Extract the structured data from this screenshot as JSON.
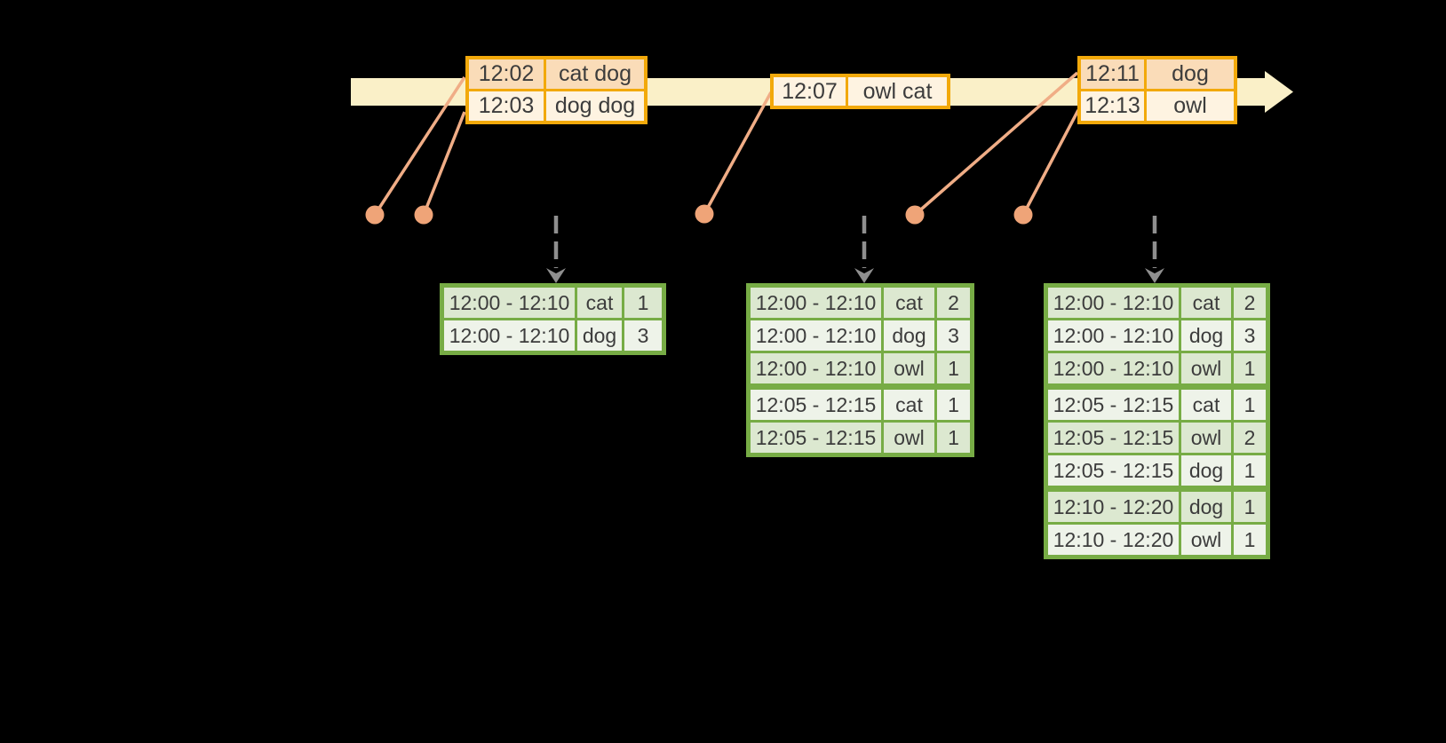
{
  "colors": {
    "background": "#000000",
    "timeline_fill": "#FAF0C8",
    "event_border": "#F2A90B",
    "event_row_dark": "#FADCB8",
    "event_row_light": "#FEF3E1",
    "marker_dot": "#EFA478",
    "marker_line": "#F0AD86",
    "result_border": "#77AC45",
    "result_row_dark": "#DCE8D0",
    "result_row_light": "#EEF3E9",
    "trigger_arrow": "#8F8F8F",
    "text": "#3C3C3C"
  },
  "event_tables": [
    {
      "rows": [
        {
          "time": "12:02",
          "words": "cat dog"
        },
        {
          "time": "12:03",
          "words": "dog dog"
        }
      ]
    },
    {
      "rows": [
        {
          "time": "12:07",
          "words": "owl cat"
        }
      ]
    },
    {
      "rows": [
        {
          "time": "12:11",
          "words": "dog"
        },
        {
          "time": "12:13",
          "words": "owl"
        }
      ]
    }
  ],
  "result_tables": [
    {
      "rows": [
        {
          "window": "12:00 - 12:10",
          "word": "cat",
          "count": "1"
        },
        {
          "window": "12:00 - 12:10",
          "word": "dog",
          "count": "3"
        }
      ]
    },
    {
      "rows": [
        {
          "window": "12:00 - 12:10",
          "word": "cat",
          "count": "2"
        },
        {
          "window": "12:00 - 12:10",
          "word": "dog",
          "count": "3"
        },
        {
          "window": "12:00 - 12:10",
          "word": "owl",
          "count": "1"
        },
        {
          "window": "12:05 - 12:15",
          "word": "cat",
          "count": "1",
          "new_group": true
        },
        {
          "window": "12:05 - 12:15",
          "word": "owl",
          "count": "1"
        }
      ]
    },
    {
      "rows": [
        {
          "window": "12:00 - 12:10",
          "word": "cat",
          "count": "2"
        },
        {
          "window": "12:00 - 12:10",
          "word": "dog",
          "count": "3"
        },
        {
          "window": "12:00 - 12:10",
          "word": "owl",
          "count": "1"
        },
        {
          "window": "12:05 - 12:15",
          "word": "cat",
          "count": "1",
          "new_group": true
        },
        {
          "window": "12:05 - 12:15",
          "word": "owl",
          "count": "2"
        },
        {
          "window": "12:05 - 12:15",
          "word": "dog",
          "count": "1"
        },
        {
          "window": "12:10 - 12:20",
          "word": "dog",
          "count": "1",
          "new_group": true
        },
        {
          "window": "12:10 - 12:20",
          "word": "owl",
          "count": "1"
        }
      ]
    }
  ]
}
